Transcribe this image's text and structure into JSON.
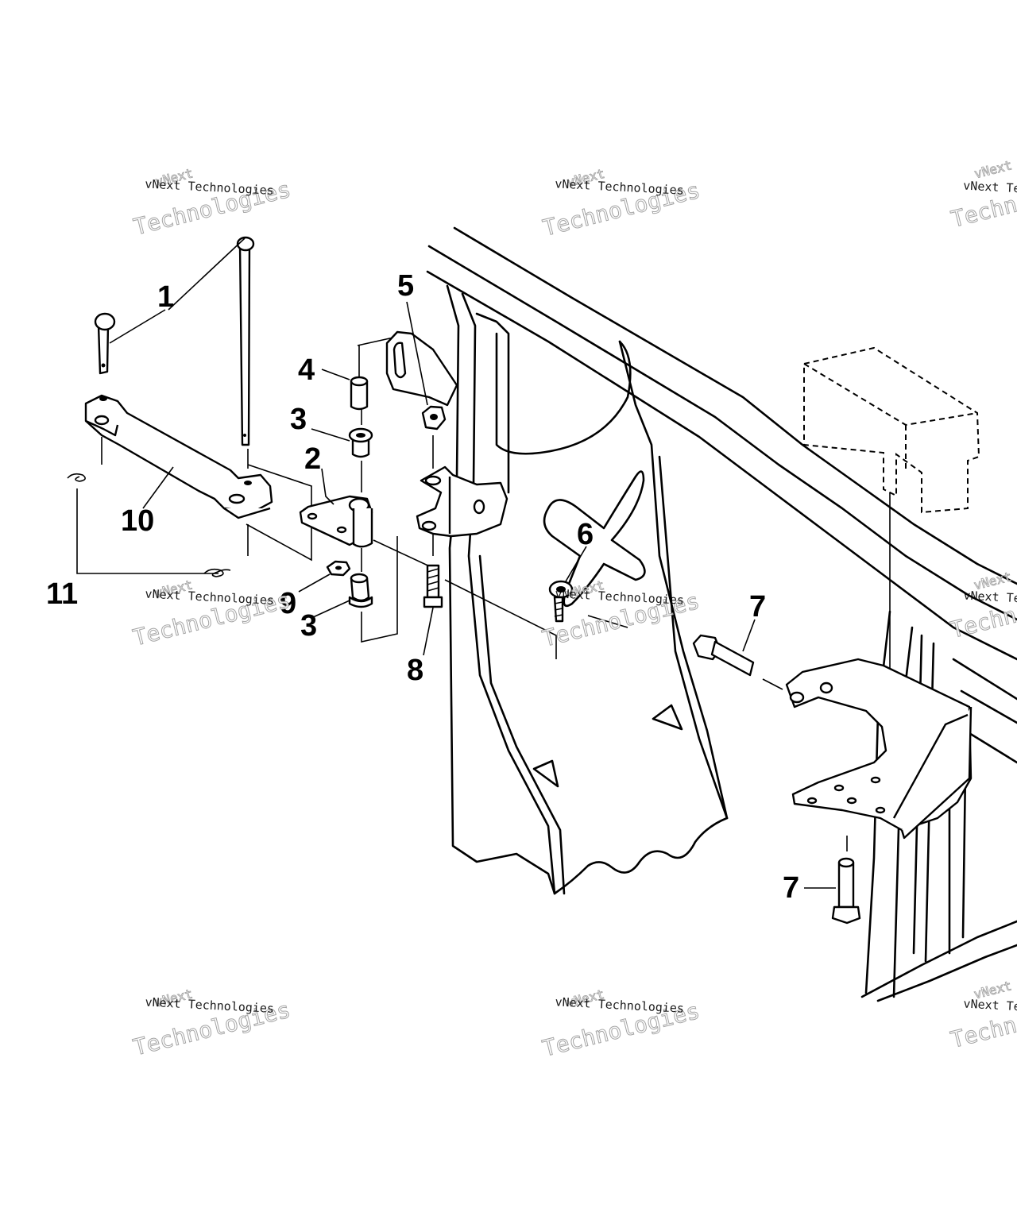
{
  "callouts": {
    "c1": "1",
    "c2": "2",
    "c3a": "3",
    "c3b": "3",
    "c4": "4",
    "c5": "5",
    "c6": "6",
    "c7a": "7",
    "c7b": "7",
    "c8": "8",
    "c9": "9",
    "c10": "10",
    "c11": "11"
  },
  "watermark": {
    "line_top": "vNext",
    "line_mid": "vNext Technologies",
    "line_big": "Technologies"
  }
}
